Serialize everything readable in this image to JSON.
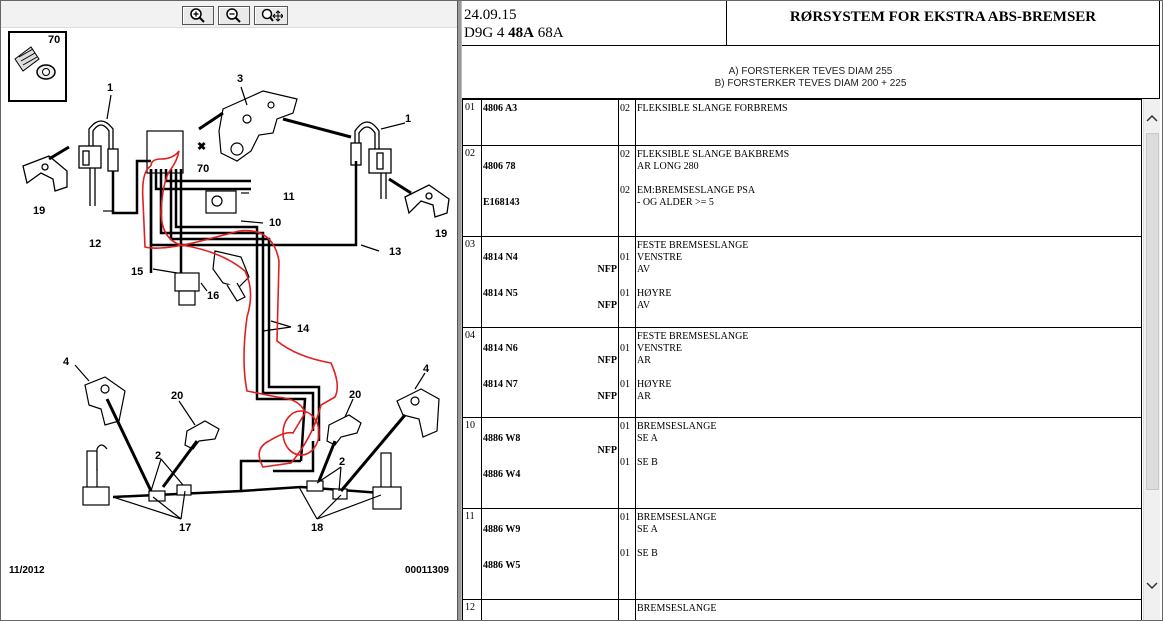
{
  "zoom_toolbar": {
    "buttons": [
      {
        "name": "zoom-in",
        "icon": "magnifier-plus-icon"
      },
      {
        "name": "zoom-out",
        "icon": "magnifier-minus-icon"
      },
      {
        "name": "zoom-pan",
        "icon": "magnifier-move-icon"
      }
    ]
  },
  "diagram": {
    "legend_number": "70",
    "labels": {
      "n1a": "1",
      "n1b": "1",
      "n3": "3",
      "n70": "70",
      "n19a": "19",
      "n19b": "19",
      "n12": "12",
      "n11": "11",
      "n10": "10",
      "n13": "13",
      "n15": "15",
      "n16": "16",
      "n14": "14",
      "n4a": "4",
      "n4b": "4",
      "n20a": "20",
      "n20b": "20",
      "n2a": "2",
      "n2b": "2",
      "n17": "17",
      "n18": "18"
    },
    "date_code": "11/2012",
    "drawing_number": "00011309",
    "annotation_color": "#e02020"
  },
  "header": {
    "date": "24.09.15",
    "code_prefix": "D9G 4 ",
    "code_bold": "48A",
    "code_suffix": " 68A",
    "title": "RØRSYSTEM FOR EKSTRA ABS-BREMSER"
  },
  "variants": {
    "a": "A) FORSTERKER TEVES DIAM 255",
    "b": "B) FORSTERKER TEVES DIAM 200 + 225"
  },
  "parts": [
    {
      "num": "01",
      "items": [
        {
          "ref": "4806 A3",
          "nfp": "",
          "qty": "02",
          "lines": [
            {
              "text": "FLEKSIBLE SLANGE FORBREMS",
              "style": "b"
            }
          ]
        }
      ]
    },
    {
      "num": "02",
      "items": [
        {
          "ref": "4806 78",
          "nfp": "",
          "qty": "02",
          "lines": [
            {
              "text": "FLEKSIBLE SLANGE BAKBREMS",
              "style": "b"
            },
            {
              "text": "AR LONG 280",
              "style": ""
            }
          ]
        },
        {
          "ref": "E168143",
          "nfp": "",
          "qty": "02",
          "lines": [
            {
              "text": "EM:BREMSESLANGE PSA",
              "style": "b"
            },
            {
              "text": "- OG ALDER >= 5",
              "style": "g"
            }
          ]
        }
      ]
    },
    {
      "num": "03",
      "items": [
        {
          "ref": "4814 N4",
          "nfp": "NFP",
          "qty": "01",
          "lines": [
            {
              "text": "FESTE BREMSESLANGE",
              "style": "b"
            },
            {
              "text": "VENSTRE",
              "style": "b"
            },
            {
              "text": "AV",
              "style": ""
            }
          ]
        },
        {
          "ref": "4814 N5",
          "nfp": "NFP",
          "qty": "01",
          "lines": [
            {
              "text": "HØYRE",
              "style": "b"
            },
            {
              "text": "AV",
              "style": ""
            }
          ]
        }
      ]
    },
    {
      "num": "04",
      "items": [
        {
          "ref": "4814 N6",
          "nfp": "NFP",
          "qty": "01",
          "lines": [
            {
              "text": "FESTE BREMSESLANGE",
              "style": "b"
            },
            {
              "text": "VENSTRE",
              "style": "b"
            },
            {
              "text": "AR",
              "style": ""
            }
          ]
        },
        {
          "ref": "4814 N7",
          "nfp": "NFP",
          "qty": "01",
          "lines": [
            {
              "text": "HØYRE",
              "style": "b"
            },
            {
              "text": "AR",
              "style": ""
            }
          ]
        }
      ]
    },
    {
      "num": "10",
      "items": [
        {
          "ref": "4886 W8",
          "nfp": "NFP",
          "qty": "01",
          "lines": [
            {
              "text": "BREMSESLANGE",
              "style": "b"
            },
            {
              "text": "SE A",
              "style": "i"
            }
          ]
        },
        {
          "ref": "4886 W4",
          "nfp": "",
          "qty": "01",
          "lines": [
            {
              "text": "SE B",
              "style": "i"
            }
          ]
        }
      ]
    },
    {
      "num": "11",
      "items": [
        {
          "ref": "4886 W9",
          "nfp": "",
          "qty": "01",
          "lines": [
            {
              "text": "BREMSESLANGE",
              "style": "b"
            },
            {
              "text": "SE A",
              "style": "i"
            }
          ]
        },
        {
          "ref": "4886 W5",
          "nfp": "",
          "qty": "01",
          "lines": [
            {
              "text": "SE B",
              "style": "i"
            }
          ]
        }
      ]
    },
    {
      "num": "12",
      "items": [
        {
          "ref": "",
          "nfp": "",
          "qty": "",
          "lines": [
            {
              "text": "BREMSESLANGE",
              "style": "b"
            }
          ]
        }
      ]
    }
  ]
}
